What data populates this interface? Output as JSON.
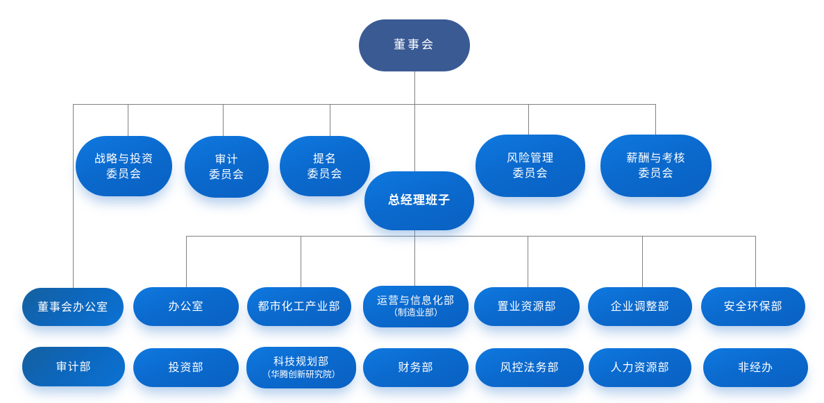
{
  "colors": {
    "board_fill": "#3a5a94",
    "node_blue": "#0b6ace",
    "node_blue_light": "#0f79e0",
    "node_blue_dark": "#0a61c2",
    "dark_node_top": "#15609f",
    "connector_gray": "#808080",
    "text": "#ffffff"
  },
  "org": {
    "board": {
      "label": "董事会"
    },
    "committees": [
      {
        "line1": "战略与投资",
        "line2": "委员会"
      },
      {
        "line1": "审计",
        "line2": "委员会"
      },
      {
        "line1": "提名",
        "line2": "委员会"
      },
      {
        "line1": "风险管理",
        "line2": "委员会"
      },
      {
        "line1": "薪酬与考核",
        "line2": "委员会"
      }
    ],
    "general_manager": {
      "label": "总经理班子"
    },
    "departments_row1": [
      {
        "label": "董事会办公室"
      },
      {
        "label": "办公室"
      },
      {
        "label": "都市化工产业部"
      },
      {
        "label": "运营与信息化部",
        "sub": "（制造业部）"
      },
      {
        "label": "置业资源部"
      },
      {
        "label": "企业调整部"
      },
      {
        "label": "安全环保部"
      }
    ],
    "departments_row2": [
      {
        "label": "审计部"
      },
      {
        "label": "投资部"
      },
      {
        "label": "科技规划部",
        "sub": "（华腾创新研究院）"
      },
      {
        "label": "财务部"
      },
      {
        "label": "风控法务部"
      },
      {
        "label": "人力资源部"
      },
      {
        "label": "非经办"
      }
    ]
  }
}
